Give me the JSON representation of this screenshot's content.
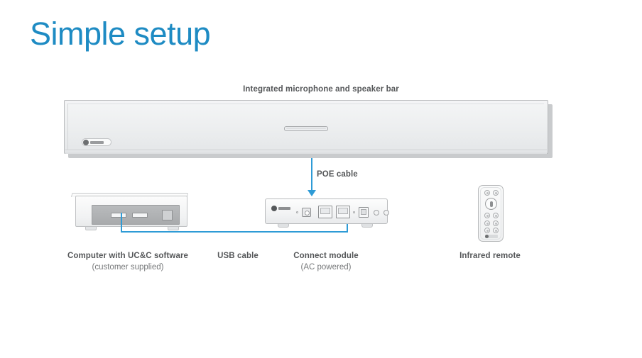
{
  "slide": {
    "title": "Simple setup",
    "accent_color": "#1E8BC3",
    "cable_color": "#2E9BD6",
    "background": "#FFFFFF",
    "label_color": "#555759",
    "sublabel_color": "#77797B"
  },
  "diagram": {
    "speaker_bar": {
      "caption": "Integrated microphone and speaker bar",
      "body_color": "#ECEEEF",
      "has_center_slot": true,
      "has_brand_badge": true
    },
    "poe_cable": {
      "label": "POE cable",
      "direction": "down",
      "from": "speaker-bar",
      "to": "connect-module"
    },
    "computer": {
      "label": "Computer with UC&C software",
      "sublabel": "(customer supplied)",
      "ports": [
        "usb-port-1",
        "usb-port-2",
        "square-port"
      ]
    },
    "usb_cable": {
      "label": "USB cable",
      "direction": "up",
      "from": "computer",
      "to": "connect-module"
    },
    "connect_module": {
      "label": "Connect module",
      "sublabel": "(AC powered)",
      "ports": [
        "power-jack",
        "rj45-port-1",
        "rj45-port-2",
        "usb-b-port",
        "round-port-1",
        "round-port-2"
      ]
    },
    "remote": {
      "label": "Infrared remote",
      "button_rows": [
        "top-pair",
        "center-large",
        "middle-pair",
        "keypad-grid-top",
        "keypad-grid-bottom"
      ]
    }
  }
}
